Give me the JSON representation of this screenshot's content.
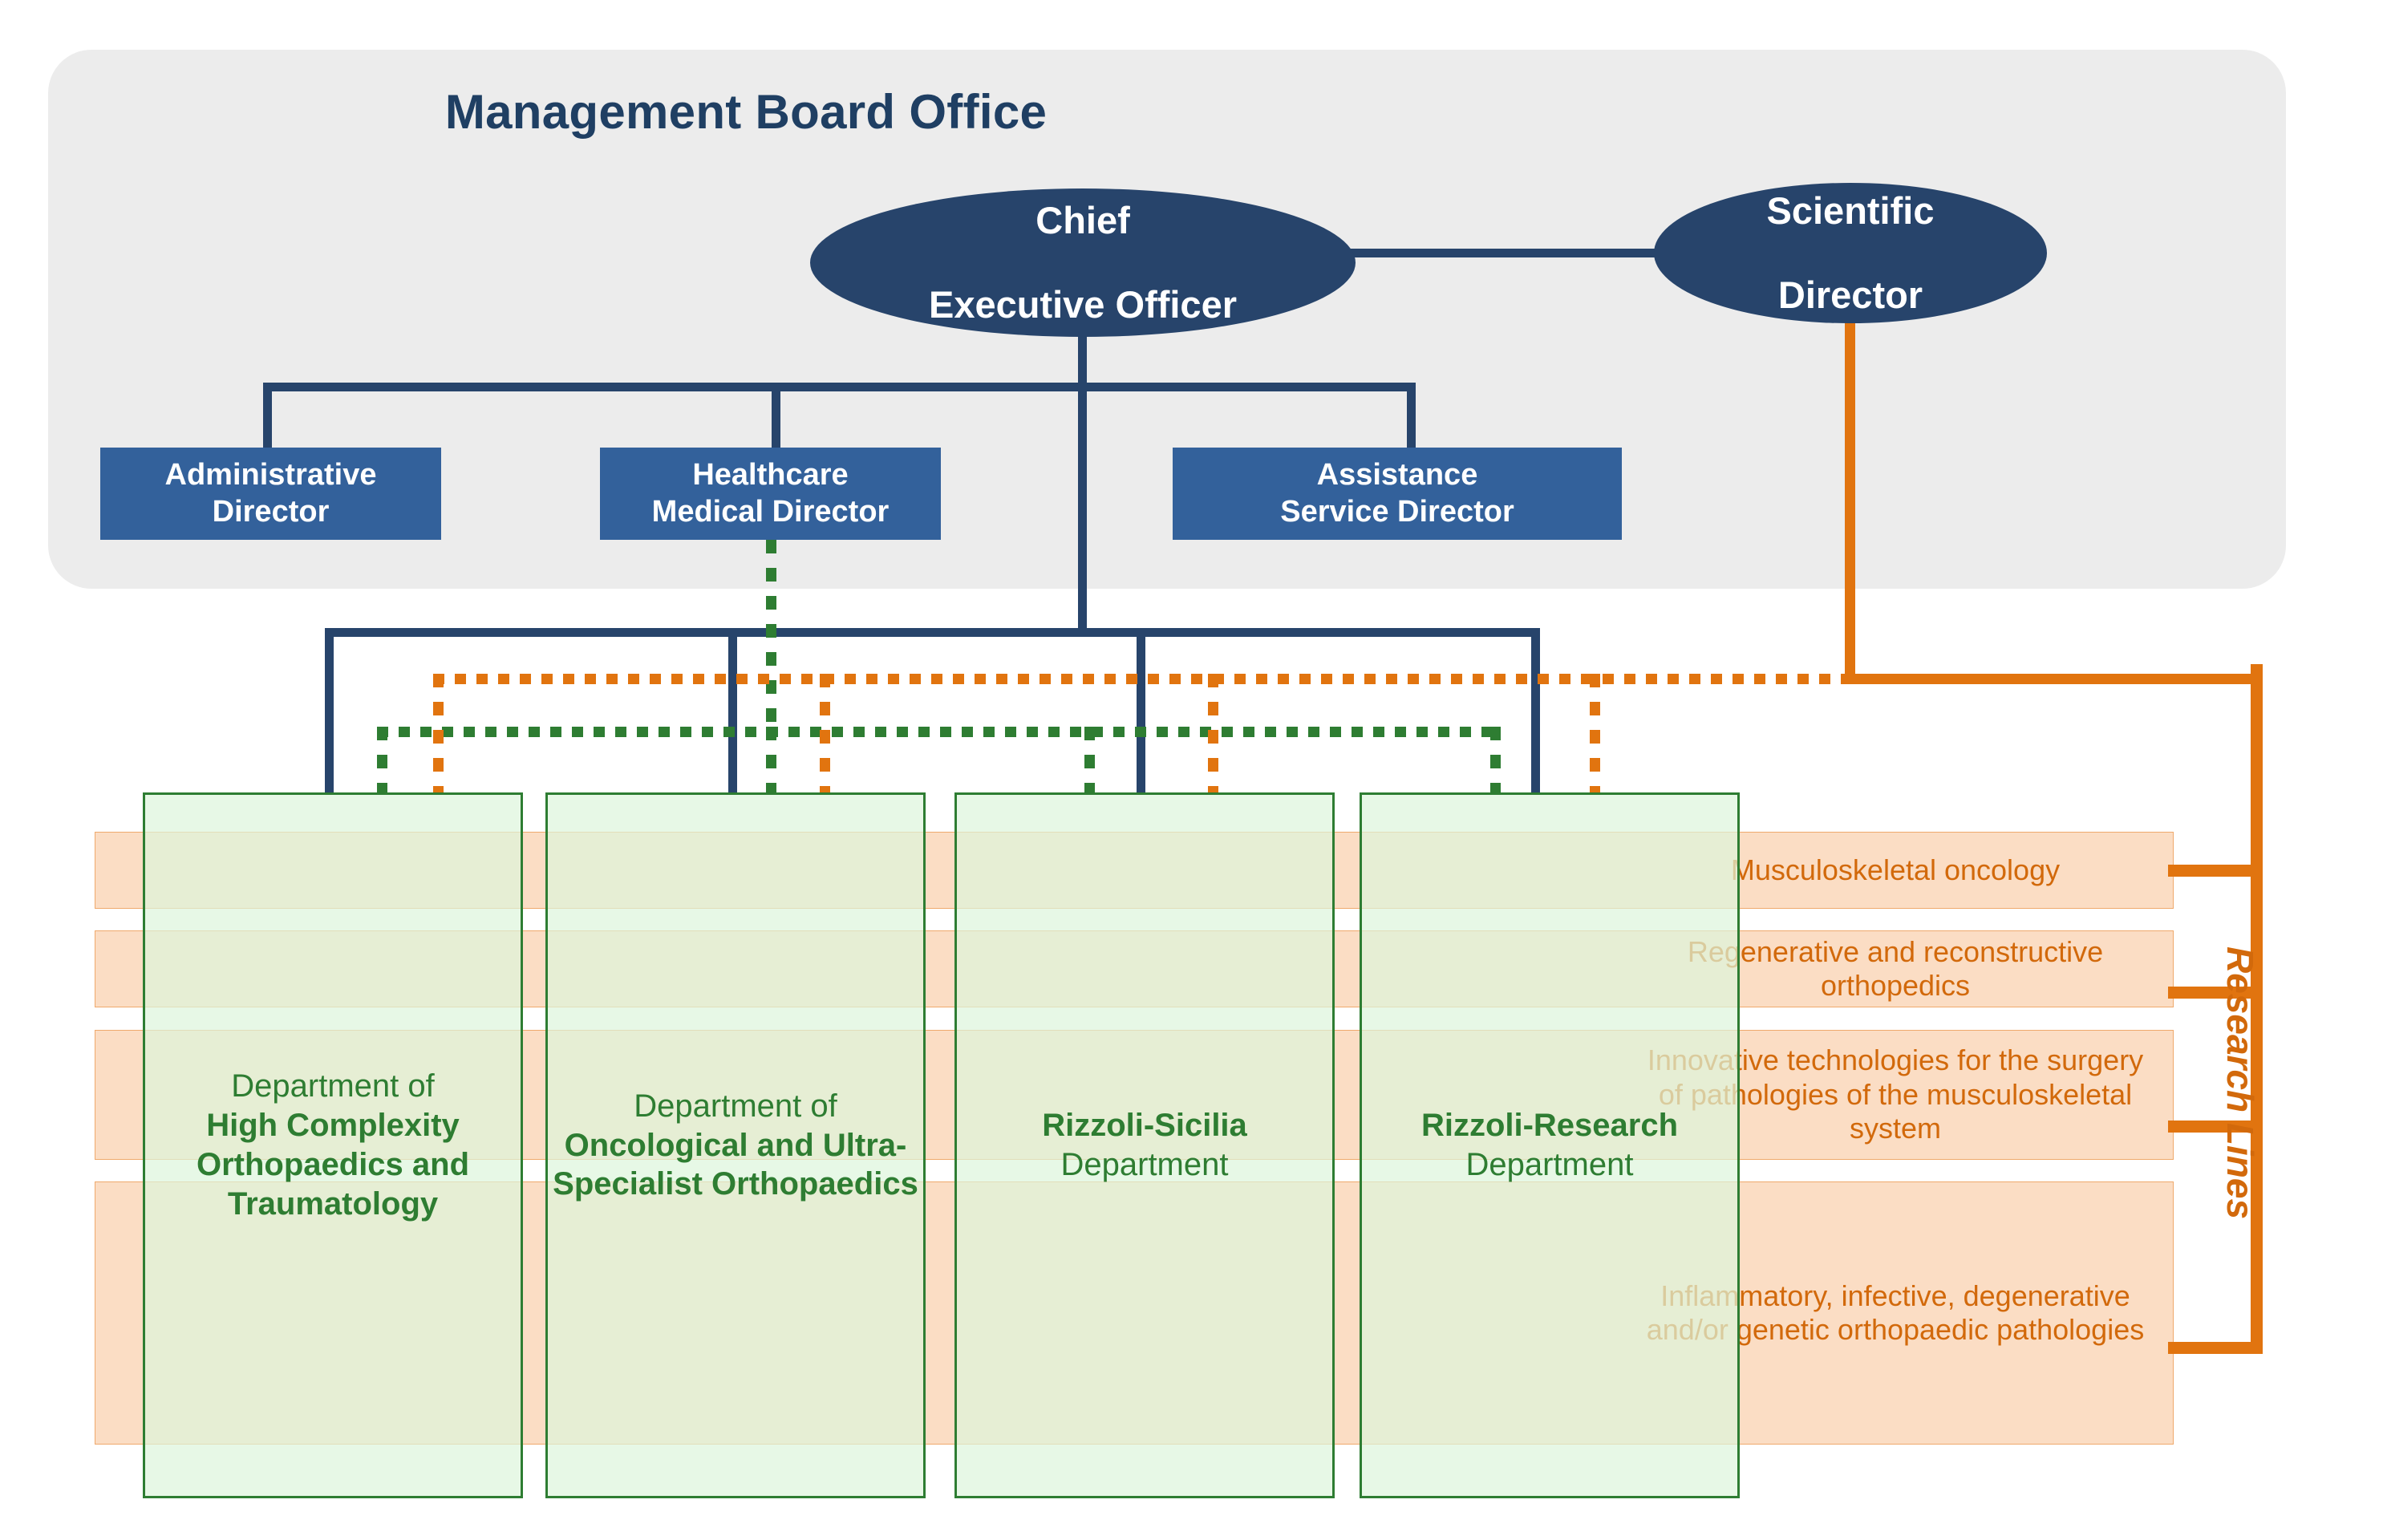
{
  "board": {
    "title": "Management Board Office",
    "panel_color": "#ECECEC"
  },
  "colors": {
    "navy": "#27446B",
    "box_blue": "#33619B",
    "orange": "#E1740F",
    "orange_text": "#D2690B",
    "orange_fill": "#FBDDC4",
    "green": "#2E7D32",
    "green_fill": "#DDF5DB"
  },
  "executives": [
    {
      "id": "chief-executive-officer",
      "line1": "Chief",
      "line2": "Executive Officer"
    },
    {
      "id": "scientific-director",
      "line1": "Scientific",
      "line2": "Director"
    }
  ],
  "directors": [
    {
      "id": "administrative-director",
      "line1": "Administrative",
      "line2": "Director"
    },
    {
      "id": "healthcare-medical-director",
      "line1": "Healthcare",
      "line2": "Medical Director"
    },
    {
      "id": "assistance-service-director",
      "line1": "Assistance",
      "line2": "Service Director"
    }
  ],
  "departments": [
    {
      "id": "high-complexity-orthopaedics",
      "lead": "Department of",
      "name": "High Complexity Orthopaedics and Traumatology",
      "bold_first": false
    },
    {
      "id": "oncological-ultra-specialist-orthopaedics",
      "lead": "Department of",
      "name": "Oncological and Ultra-Specialist Orthopaedics",
      "bold_first": false
    },
    {
      "id": "rizzoli-sicilia",
      "lead": "Rizzoli-Sicilia",
      "name": "Department",
      "bold_first": true
    },
    {
      "id": "rizzoli-research",
      "lead": "Rizzoli-Research",
      "name": "Department",
      "bold_first": true
    }
  ],
  "research_lines": {
    "label": "Research Lines",
    "items": [
      {
        "id": "musculoskeletal-oncology",
        "text": "Musculoskeletal oncology"
      },
      {
        "id": "regenerative-reconstructive-orthopedics",
        "text": "Regenerative and reconstructive orthopedics"
      },
      {
        "id": "innovative-technologies-surgery",
        "text": "Innovative technologies for the surgery of pathologies of the musculoskeletal system"
      },
      {
        "id": "inflammatory-infective-degenerative",
        "text": "Inflammatory, infective, degenerative and/or genetic orthopaedic pathologies"
      }
    ]
  }
}
